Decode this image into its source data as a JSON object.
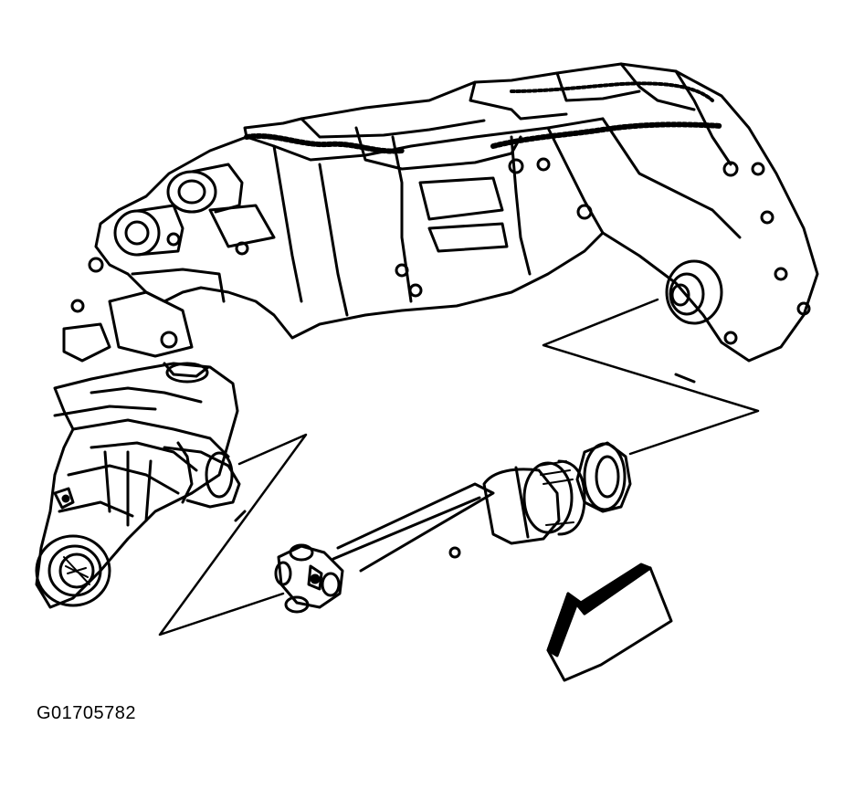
{
  "figure": {
    "id_label": "G01705782",
    "stroke_color": "#000000",
    "background_color": "#ffffff"
  },
  "parts": [
    {
      "name": "transfer-case"
    },
    {
      "name": "front-axle-differential"
    },
    {
      "name": "front-propeller-shaft"
    },
    {
      "name": "universal-joint"
    },
    {
      "name": "front-direction-arrow"
    }
  ]
}
